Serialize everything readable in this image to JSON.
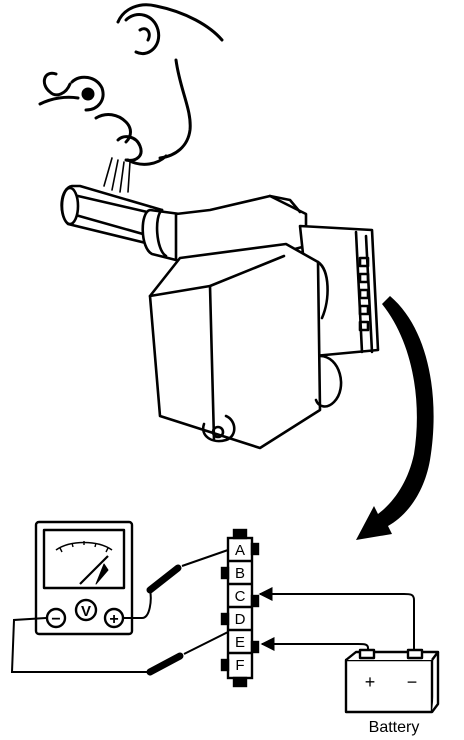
{
  "colors": {
    "ink": "#000000",
    "paper": "#ffffff"
  },
  "meter": {
    "symbol": "V",
    "negative": "−",
    "positive": "+"
  },
  "connector": {
    "pins": [
      "A",
      "B",
      "C",
      "D",
      "E",
      "F"
    ]
  },
  "battery": {
    "label": "Battery",
    "positive": "+",
    "negative": "−"
  },
  "icons": [
    "face-icon",
    "vacuum-sensor-icon",
    "curved-arrow-icon",
    "voltmeter-icon",
    "battery-icon"
  ]
}
